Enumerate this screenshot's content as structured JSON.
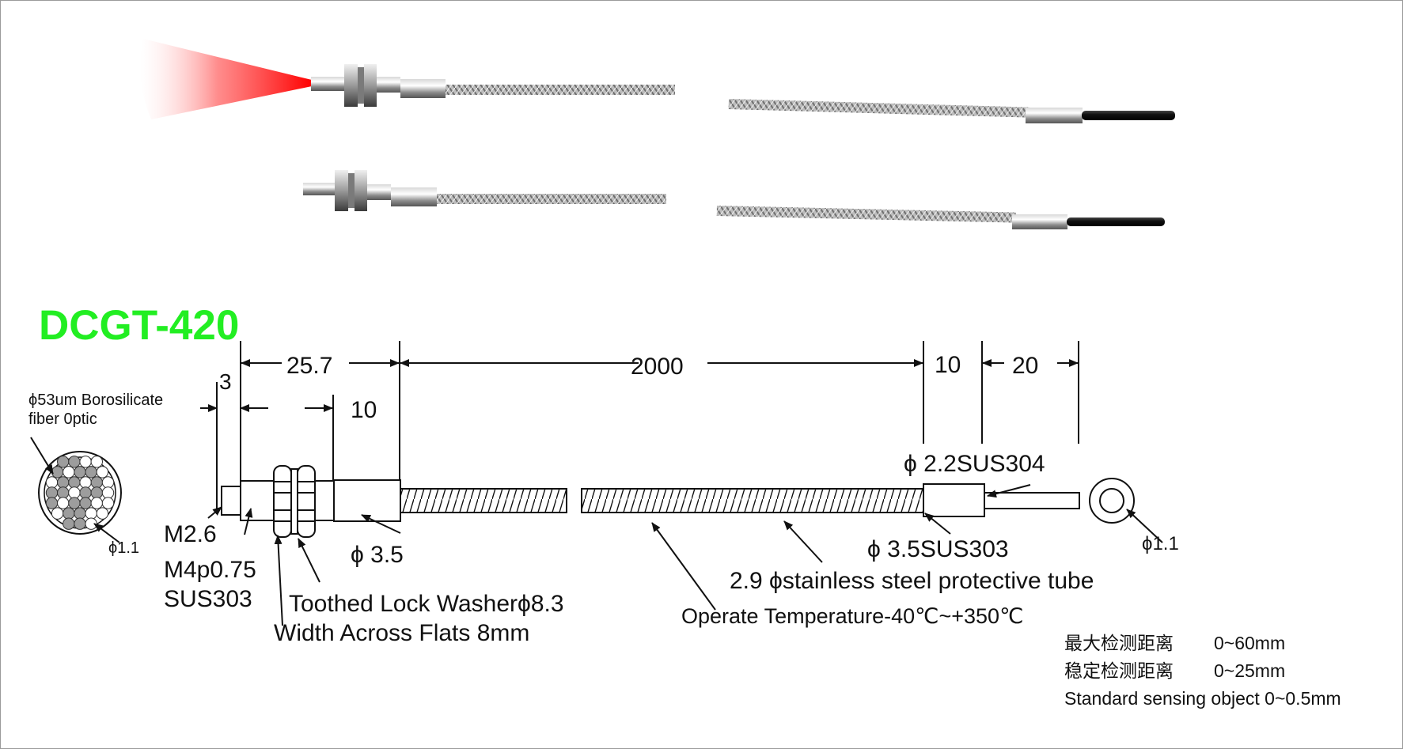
{
  "model": "DCGT-420",
  "model_color": "#22ee22",
  "beam_color": "#ff1a1a",
  "dimensions": {
    "thread_len": "3",
    "head_len": "25.7",
    "sleeve_len": "10",
    "cable_len": "2000",
    "ferrule_len": "10",
    "tip_len": "20"
  },
  "labels": {
    "fiber_line1": "ϕ53um Borosilicate",
    "fiber_line2": "fiber 0ptic",
    "fiber_dia": "ϕ1.1",
    "thread": "M2.6",
    "body_thread_1": "M4p0.75",
    "body_thread_2": "SUS303",
    "sleeve_dia": "ϕ 3.5",
    "washer": "Toothed Lock Washerϕ8.3",
    "flats": "Width Across Flats 8mm",
    "tip_spec": "ϕ 2.2SUS304",
    "ferrule_spec": "ϕ 3.5SUS303",
    "tube": "2.9 ϕstainless steel protective tube",
    "temperature": "Operate Temperature-40℃~+350℃",
    "end_dia": "ϕ1.1"
  },
  "specs": [
    {
      "name": "最大检测距离",
      "value": "0~60mm"
    },
    {
      "name": "稳定检测距离",
      "value": "0~25mm"
    },
    {
      "name": "Standard sensing object 0~0.5mm",
      "value": ""
    }
  ]
}
